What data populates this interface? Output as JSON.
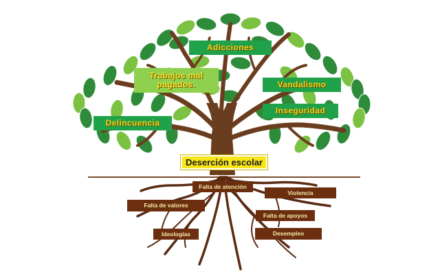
{
  "trunk_label": "Deserción escolar",
  "branches": [
    {
      "id": "adicciones",
      "label": "Adicciones"
    },
    {
      "id": "trabajos",
      "label": "Trabajos mal pagados."
    },
    {
      "id": "vandalismo",
      "label": "Vandalismo"
    },
    {
      "id": "inseguridad",
      "label": "Inseguridad"
    },
    {
      "id": "delincuencia",
      "label": "Delincuencia"
    }
  ],
  "roots": [
    {
      "id": "falta-atencion",
      "label": "Falta de atención"
    },
    {
      "id": "violencia",
      "label": "Violencia"
    },
    {
      "id": "falta-valores",
      "label": "Falta de valores"
    },
    {
      "id": "falta-apoyos",
      "label": "Falta de apoyos"
    },
    {
      "id": "ideologias",
      "label": "Ideologías"
    },
    {
      "id": "desempleo",
      "label": "Desempleo"
    }
  ],
  "colors": {
    "leaf_dark": "#2e8b3a",
    "leaf_light": "#7cc242",
    "trunk": "#6b3d1f",
    "root": "#5a2a12",
    "ground": "#7a4a2a"
  }
}
